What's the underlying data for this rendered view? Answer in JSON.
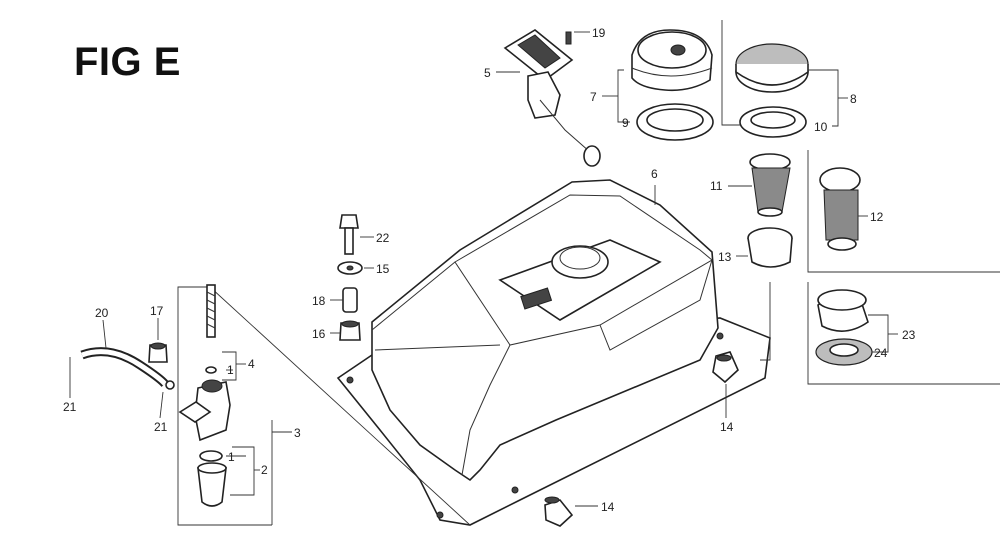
{
  "figure": {
    "title": "FIG E"
  },
  "callouts": [
    {
      "id": "c19",
      "text": "19"
    },
    {
      "id": "c5",
      "text": "5"
    },
    {
      "id": "c7",
      "text": "7"
    },
    {
      "id": "c9",
      "text": "9"
    },
    {
      "id": "c8",
      "text": "8"
    },
    {
      "id": "c10",
      "text": "10"
    },
    {
      "id": "c6",
      "text": "6"
    },
    {
      "id": "c11",
      "text": "11"
    },
    {
      "id": "c12",
      "text": "12"
    },
    {
      "id": "c13",
      "text": "13"
    },
    {
      "id": "c22",
      "text": "22"
    },
    {
      "id": "c15",
      "text": "15"
    },
    {
      "id": "c18",
      "text": "18"
    },
    {
      "id": "c16",
      "text": "16"
    },
    {
      "id": "c23",
      "text": "23"
    },
    {
      "id": "c24",
      "text": "24"
    },
    {
      "id": "c20",
      "text": "20"
    },
    {
      "id": "c17",
      "text": "17"
    },
    {
      "id": "c4",
      "text": "4"
    },
    {
      "id": "c1a",
      "text": "1"
    },
    {
      "id": "c21a",
      "text": "21"
    },
    {
      "id": "c21b",
      "text": "21"
    },
    {
      "id": "c3",
      "text": "3"
    },
    {
      "id": "c1b",
      "text": "1"
    },
    {
      "id": "c2",
      "text": "2"
    },
    {
      "id": "c14a",
      "text": "14"
    },
    {
      "id": "c14b",
      "text": "14"
    }
  ]
}
